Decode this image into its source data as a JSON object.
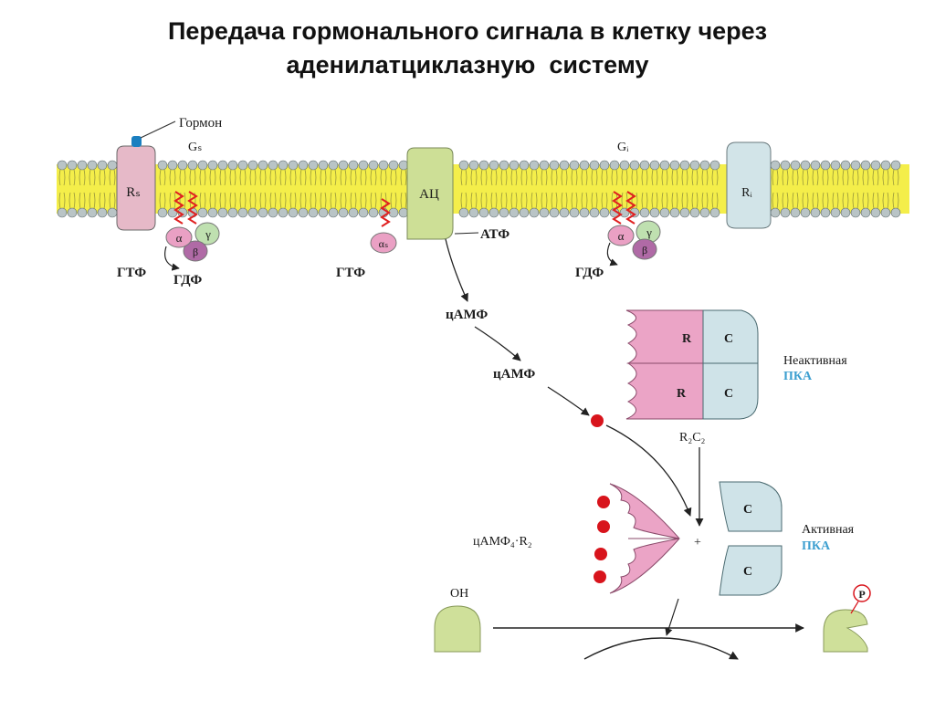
{
  "title": {
    "line1": "Передача гормонального сигнала в клетку через",
    "line2": "аденилатциклазную  систему"
  },
  "labels": {
    "hormone": "Гормон",
    "gs": "Gₛ",
    "gi": "Gᵢ",
    "rs": "Rₛ",
    "ri": "Rᵢ",
    "ac": "АЦ",
    "atp": "АТФ",
    "gtp_left": "ГТФ",
    "gdp_left": "ГДФ",
    "gtp_mid": "ГТФ",
    "gdp_right": "ГДФ",
    "alpha": "α",
    "beta": "β",
    "gamma": "γ",
    "alpha_s": "αₛ",
    "camp_1": "цАМФ",
    "camp_2": "цАМФ",
    "r": "R",
    "c": "C",
    "r2c2": "R₂C₂",
    "inactive": "Неактивная",
    "pka_inactive": "ПКА",
    "active": "Активная",
    "pka_active": "ПКА",
    "camp4r2": "цАМФ₄·R₂",
    "plus": "+",
    "oh": "OH",
    "p": "P"
  },
  "colors": {
    "lipid_band": "#f4ee4a",
    "lipid_head": "#b9c4c6",
    "receptor_pink": "#e6b9c8",
    "r_subunit_pink": "#eba4c6",
    "c_subunit_blue": "#cfe3e8",
    "ac_green": "#cddf96",
    "g_gamma_green": "#bfe0b0",
    "g_alpha_pink": "#eaa0c4",
    "g_beta_purple": "#b06aa6",
    "camp_red": "#d8141c",
    "hormone_blue": "#1a7fc0",
    "pka_blue_text": "#3d9fd0",
    "substrate_green": "#cfe09a"
  }
}
